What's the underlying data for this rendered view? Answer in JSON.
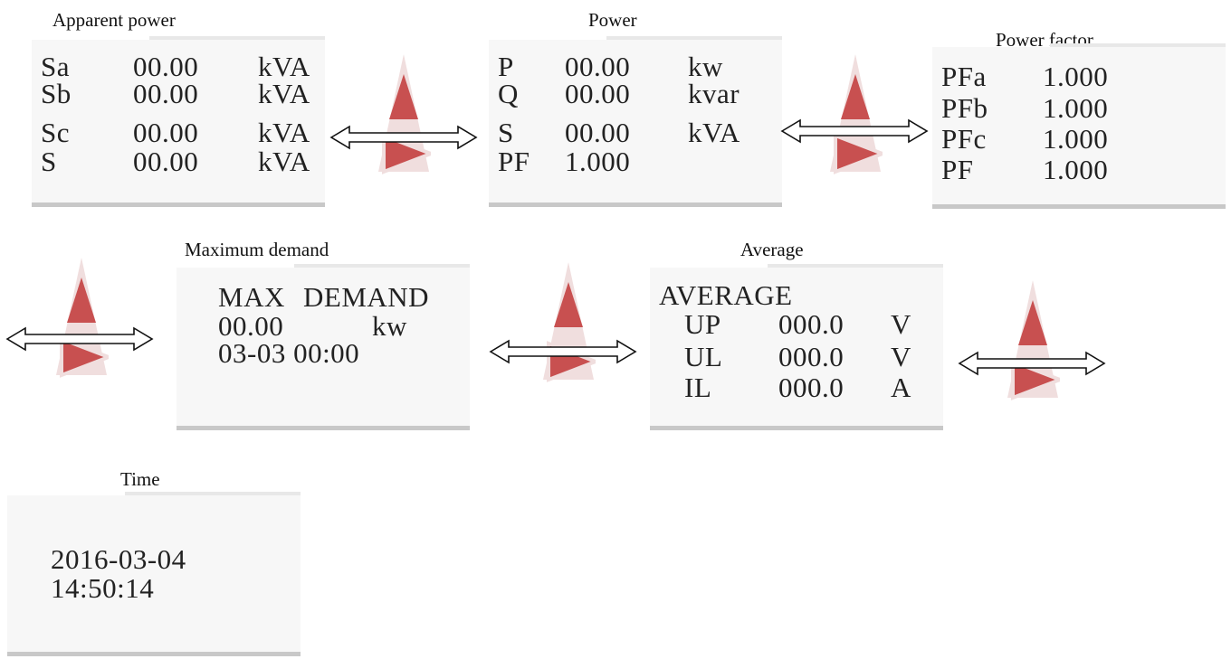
{
  "colors": {
    "screen_bg": "#f7f7f7",
    "nav_red": "#c85050",
    "nav_halo": "#f0dede"
  },
  "apparent_power": {
    "title": "Apparent power",
    "rows": [
      {
        "label": "Sa",
        "value": "00.00",
        "unit": "kVA"
      },
      {
        "label": "Sb",
        "value": "00.00",
        "unit": "kVA"
      },
      {
        "label": "Sc",
        "value": "00.00",
        "unit": "kVA"
      },
      {
        "label": "S",
        "value": "00.00",
        "unit": "kVA"
      }
    ]
  },
  "power": {
    "title": "Power",
    "rows": [
      {
        "label": "P",
        "value": "00.00",
        "unit": "kw"
      },
      {
        "label": "Q",
        "value": "00.00",
        "unit": "kvar"
      },
      {
        "label": "S",
        "value": "00.00",
        "unit": "kVA"
      },
      {
        "label": "PF",
        "value": "1.000",
        "unit": ""
      }
    ]
  },
  "power_factor": {
    "title": "Power factor",
    "rows": [
      {
        "label": "PFa",
        "value": "1.000"
      },
      {
        "label": "PFb",
        "value": "1.000"
      },
      {
        "label": "PFc",
        "value": "1.000"
      },
      {
        "label": "PF",
        "value": "1.000"
      }
    ]
  },
  "max_demand": {
    "title": "Maximum demand",
    "line1_a": "MAX",
    "line1_b": "DEMAND",
    "value": "00.00",
    "unit": "kw",
    "datetime": "03-03 00:00"
  },
  "average": {
    "title": "Average",
    "heading": "AVERAGE",
    "rows": [
      {
        "label": "UP",
        "value": "000.0",
        "unit": "V"
      },
      {
        "label": "UL",
        "value": "000.0",
        "unit": "V"
      },
      {
        "label": "IL",
        "value": "000.0",
        "unit": "A"
      }
    ]
  },
  "time": {
    "title": "Time",
    "date": "2016-03-04",
    "clock": "14:50:14"
  }
}
